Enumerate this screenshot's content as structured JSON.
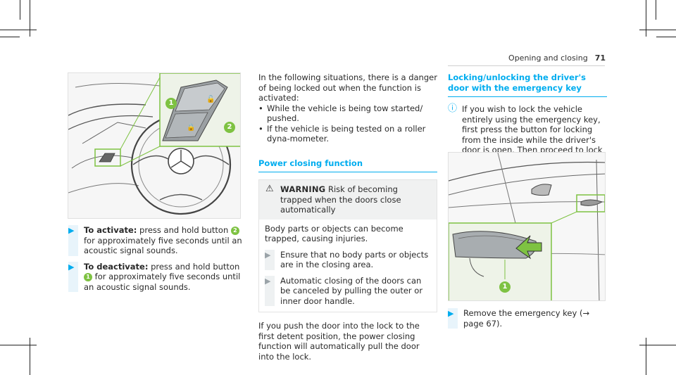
{
  "header": {
    "section": "Opening and closing",
    "page_number": "71"
  },
  "figure_left": {
    "callout_1": "1",
    "callout_2": "2"
  },
  "left_steps": [
    {
      "label": "To activate:",
      "text_before": "press and hold button",
      "button_num": "2",
      "text_after": "for approximately five seconds until an acoustic signal sounds."
    },
    {
      "label": "To deactivate:",
      "text_before": "press and hold button",
      "button_num": "1",
      "text_after": "for approximately five seconds until an acoustic signal sounds."
    }
  ],
  "middle": {
    "intro": "In the following situations, there is a danger of being locked out when the function is activated:",
    "bullets": [
      "While the vehicle is being tow started/ pushed.",
      "If the vehicle is being tested on a roller dyna-mometer."
    ],
    "section_title": "Power closing function",
    "warning": {
      "label": "WARNING",
      "head_text": "Risk of becoming trapped when the doors close automatically",
      "body": "Body parts or objects can become trapped, causing injuries.",
      "steps": [
        "Ensure that no body parts or objects are in the closing area.",
        "Automatic closing of the doors can be canceled by pulling the outer or inner door handle."
      ]
    },
    "closing_text": "If you push the door into the lock to the first detent position, the power closing function will automatically pull the door into the lock."
  },
  "right": {
    "section_title": "Locking/unlocking the driver's door with the emergency key",
    "note": "If you wish to lock the vehicle entirely using the emergency key, first press the button for locking from the inside while the driver's door is open. Then proceed to lock the driv-er's door using the emergency key.",
    "figure_callout": "1",
    "step": "Remove the emergency key (→ page 67)."
  },
  "colors": {
    "accent_blue": "#00adef",
    "callout_green": "#7ec242",
    "highlight_frame": "#7ec242"
  }
}
